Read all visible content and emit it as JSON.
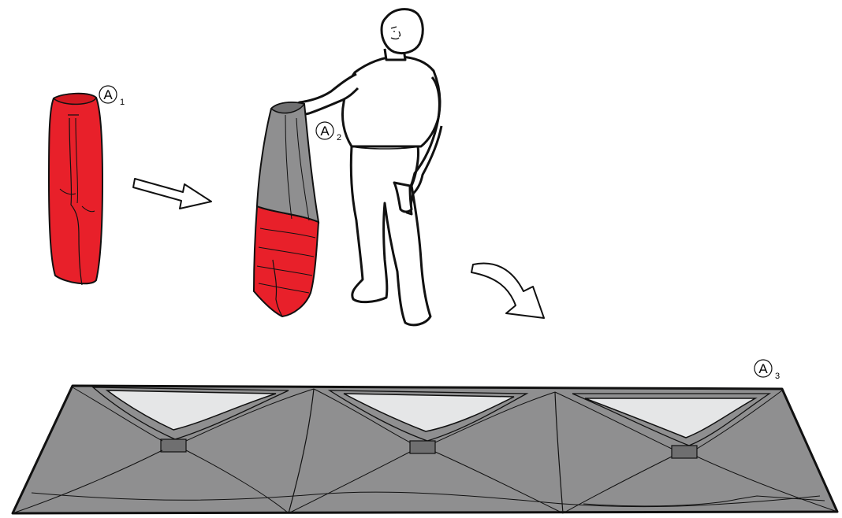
{
  "callouts": [
    {
      "letter": "A",
      "sub": "1"
    },
    {
      "letter": "A",
      "sub": "2"
    },
    {
      "letter": "A",
      "sub": "3"
    }
  ],
  "colors": {
    "red": "#e8202a",
    "gray": "#8f8f90",
    "gray_dark": "#6f6f70",
    "window": "#e5e6e7",
    "outline": "#111111"
  }
}
